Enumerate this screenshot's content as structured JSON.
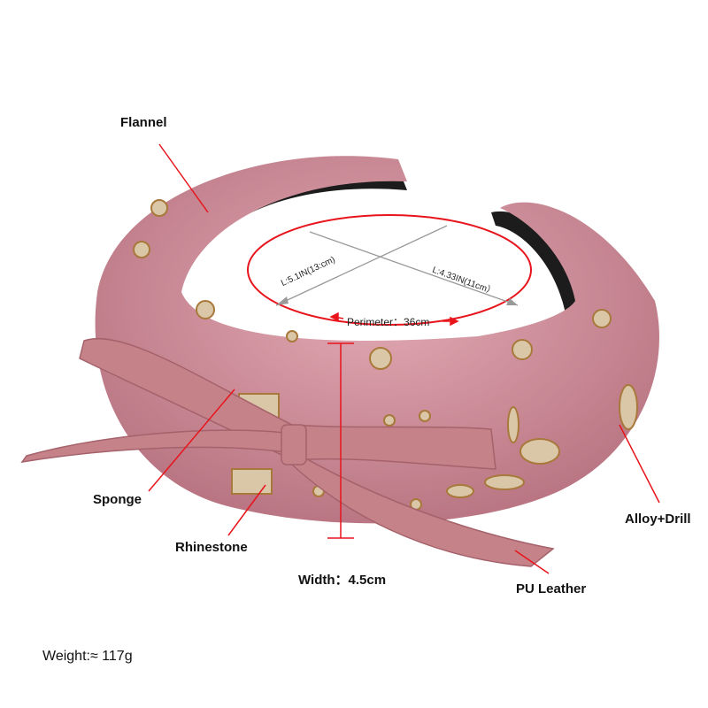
{
  "labels": {
    "flannel": "Flannel",
    "sponge": "Sponge",
    "rhinestone": "Rhinestone",
    "width": "Width：4.5cm",
    "pu_leather": "PU Leather",
    "alloy_drill": "Alloy+Drill",
    "weight": "Weight:≈ 117g"
  },
  "dimensions": {
    "length_1": "L:5.1IN(13:cm)",
    "length_2": "L:4.33IN(11cm）",
    "perimeter": "Perimeter：36cm"
  },
  "colors": {
    "annotation": "#e8141c",
    "velvet": "#c98a96",
    "leather": "#c58289",
    "lining": "#1c1c1c"
  }
}
